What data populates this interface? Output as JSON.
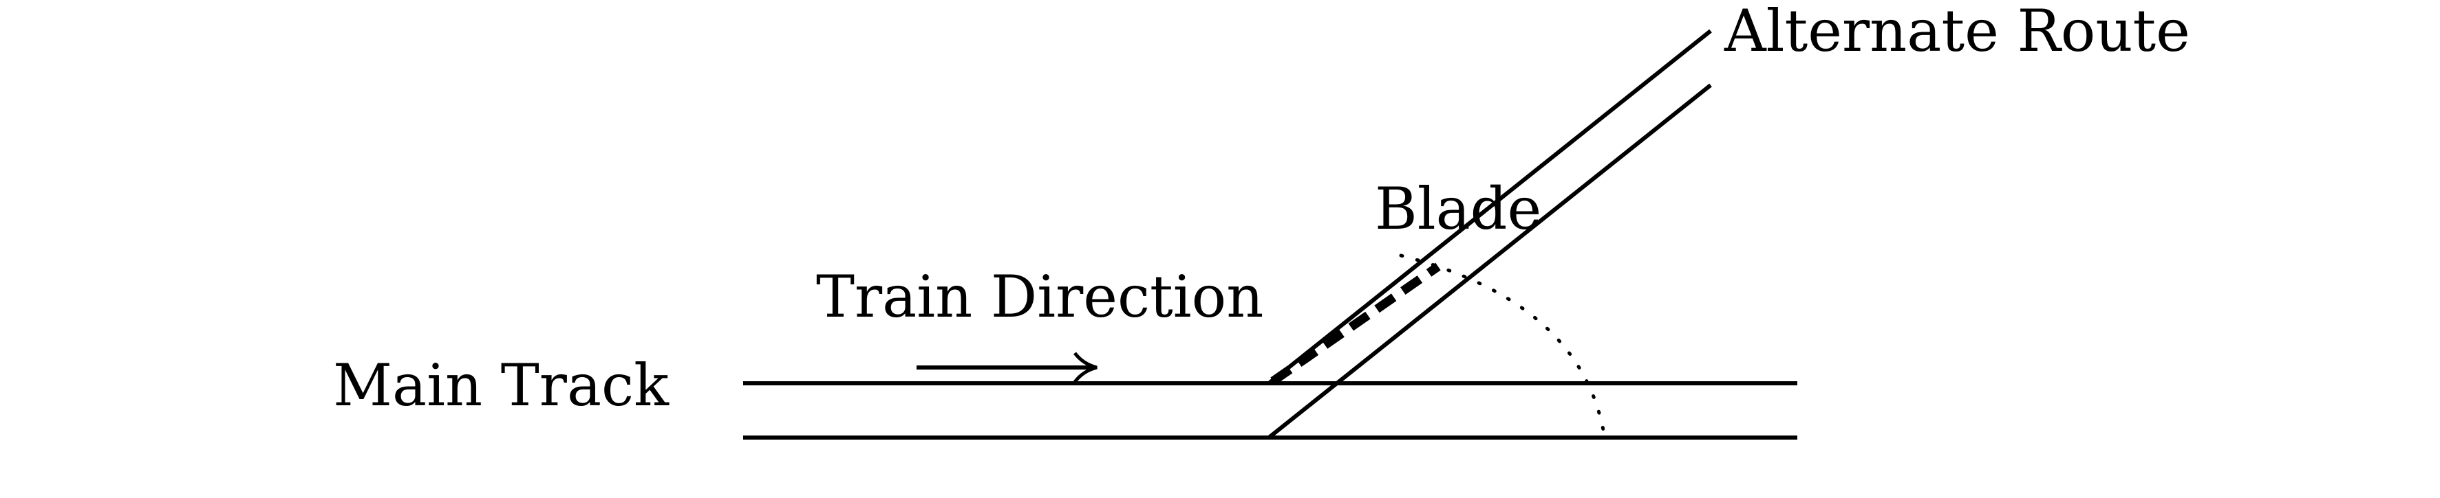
{
  "labels": {
    "main_track": "Main Track",
    "train_direction": "Train Direction",
    "blade": "Blade",
    "alternate_route": "Alternate Route"
  },
  "colors": {
    "stroke": "#000000",
    "background": "#ffffff"
  },
  "icons": {
    "direction_arrow": "right-arrow-icon"
  }
}
